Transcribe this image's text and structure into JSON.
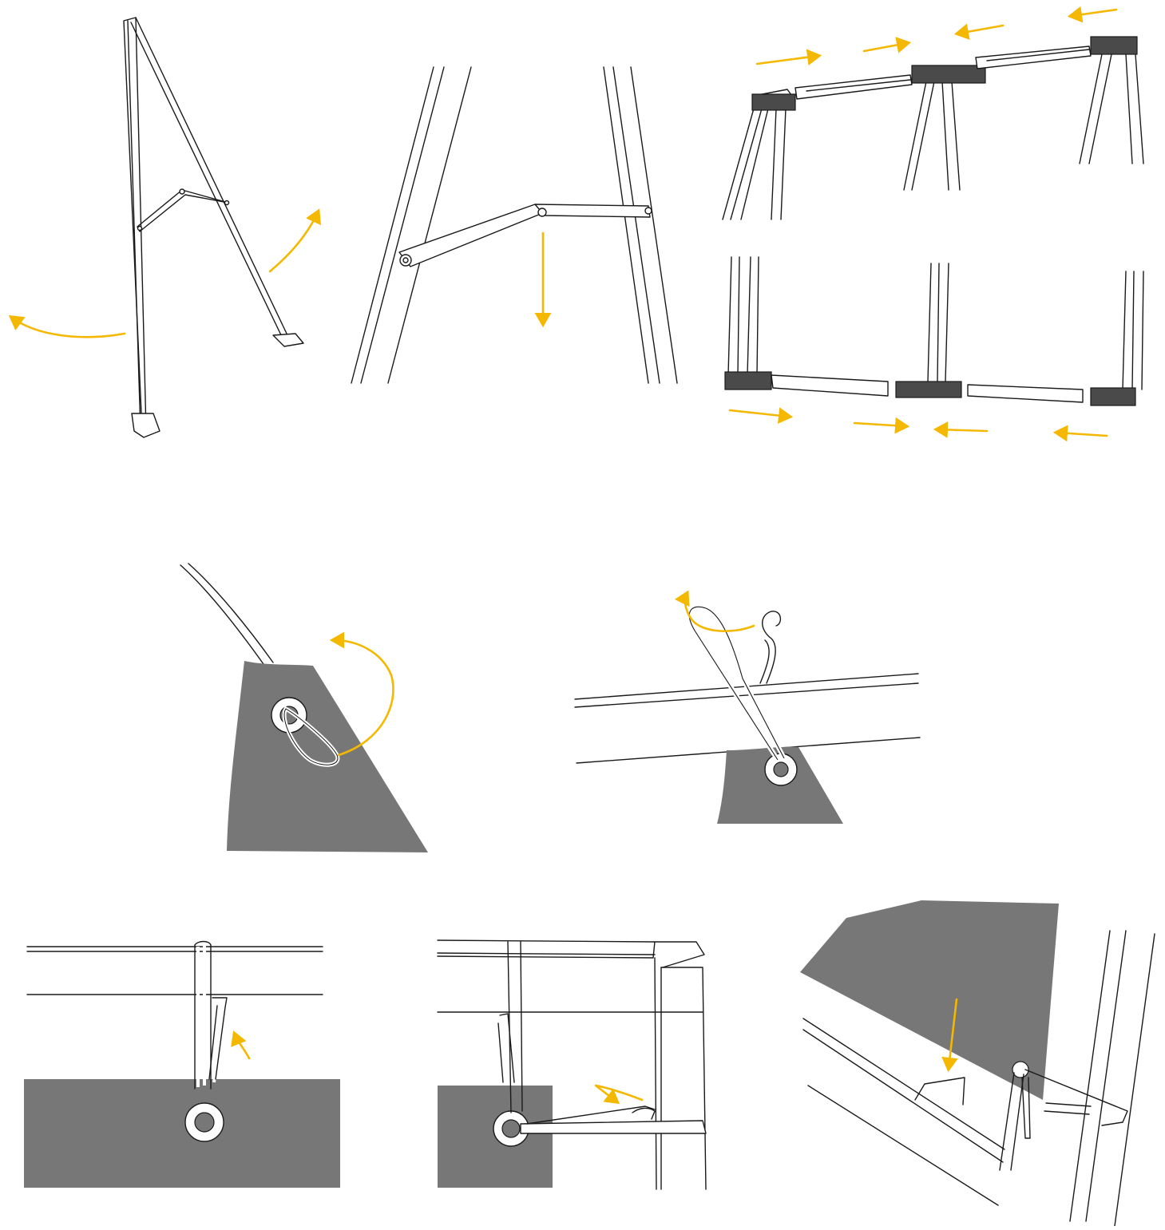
{
  "colors": {
    "arrow": "#F5B800",
    "fabric": "#777777",
    "cap": "#4a4a4a",
    "line": "#1a1a1a",
    "background": "#ffffff"
  },
  "steps": [
    {
      "id": "unfold-a-frame",
      "icon": "a-frame-unfold-icon"
    },
    {
      "id": "lock-strut",
      "icon": "folding-strut-lock-icon"
    },
    {
      "id": "connect-top-rails",
      "icon": "top-rail-connect-icon"
    },
    {
      "id": "connect-bottom-rails",
      "icon": "bottom-rail-connect-icon"
    },
    {
      "id": "thread-bungee-through-grommet",
      "icon": "bungee-grommet-icon"
    },
    {
      "id": "loop-bungee-over-bar-to-hook",
      "icon": "bungee-hook-icon"
    },
    {
      "id": "hook-bungee-on-rail",
      "icon": "rail-hook-icon"
    },
    {
      "id": "wrap-corner-post",
      "icon": "corner-wrap-icon"
    },
    {
      "id": "tuck-fabric-corner",
      "icon": "corner-tuck-icon"
    }
  ]
}
